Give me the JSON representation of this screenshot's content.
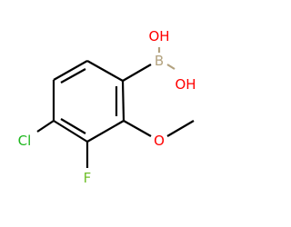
{
  "molecule": {
    "atoms": {
      "boron": {
        "symbol": "B",
        "color": "#b3a27f"
      },
      "hydroxyl_top": {
        "symbol": "OH",
        "color": "#ff0000"
      },
      "hydroxyl_right": {
        "symbol": "OH",
        "color": "#ff0000"
      },
      "chlorine": {
        "symbol": "Cl",
        "color": "#1fb71f"
      },
      "fluorine": {
        "symbol": "F",
        "color": "#6fbf2a"
      },
      "methoxy_oxygen": {
        "symbol": "O",
        "color": "#ff0000"
      }
    },
    "bond_color": "#000000"
  }
}
